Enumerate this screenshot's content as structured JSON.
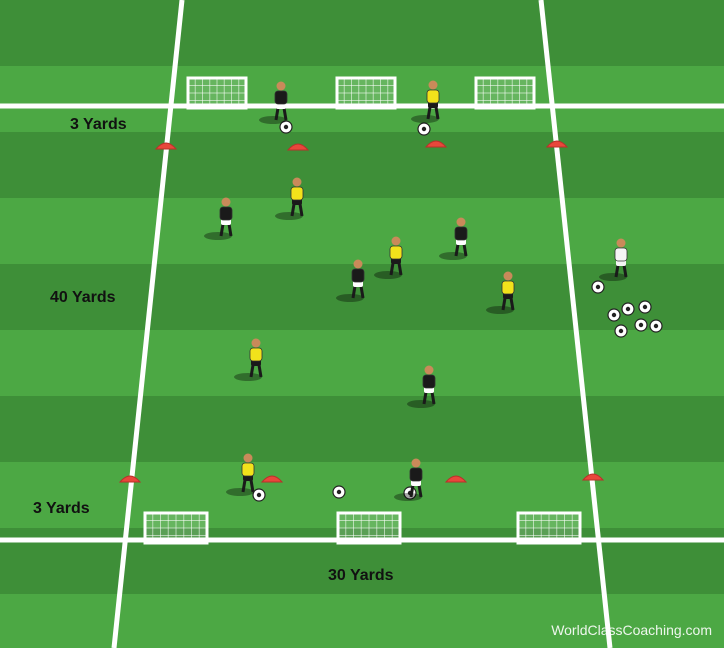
{
  "labels": {
    "top_zone": "3 Yards",
    "field_length": "40 Yards",
    "bottom_zone": "3 Yards",
    "field_width": "30 Yards"
  },
  "watermark": "WorldClassCoaching.com",
  "colors": {
    "grass_dark": "#3e8f38",
    "grass_light": "#4ca844",
    "line": "#ffffff",
    "cone": "#e8473b",
    "team_yellow": "#f2e21b",
    "team_black": "#1a1a1a",
    "coach_white": "#f5f5f5"
  },
  "legend_icons": {
    "goal": "mini-goal-icon",
    "cone": "cone-icon",
    "ball": "soccer-ball-icon",
    "player": "player-icon"
  }
}
